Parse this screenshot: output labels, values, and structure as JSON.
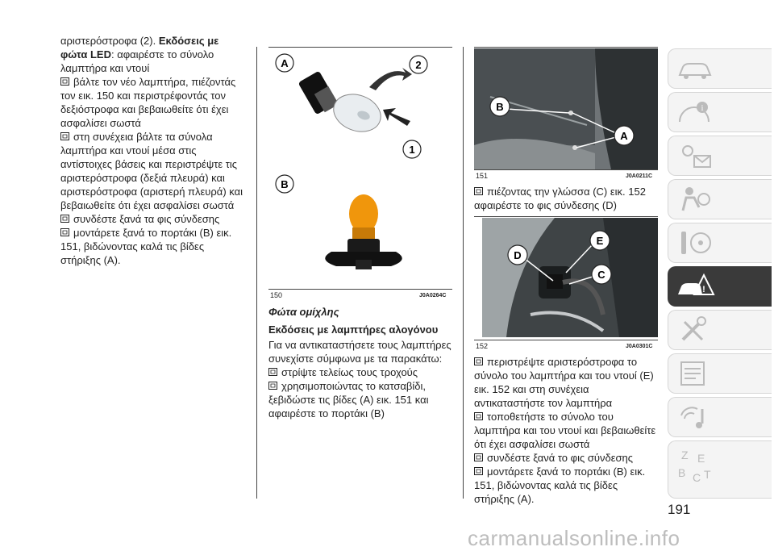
{
  "col1": {
    "p1_pre": "αριστερόστροφα (2). ",
    "p1_bold": "Εκδόσεις με φώτα LED",
    "p1_post": ": αφαιρέστε το σύνολο λαμπτήρα και ντουί",
    "b1": "βάλτε τον νέο λαμπτήρα, πιέζοντάς τον εικ. 150 και περιστρέφοντάς τον δεξιόστροφα και βεβαιωθείτε ότι έχει ασφαλίσει σωστά",
    "b2": "στη συνέχεια βάλτε τα σύνολα λαμπτήρα και ντουί μέσα στις αντίστοιχες βάσεις και περιστρέψτε τις αριστερόστροφα (δεξιά πλευρά) και αριστερόστροφα (αριστερή πλευρά) και βεβαιωθείτε ότι έχει ασφαλίσει σωστά",
    "b3": "συνδέστε ξανά τα φις σύνδεσης",
    "b4": "μοντάρετε ξανά το πορτάκι (Β) εικ. 151, βιδώνοντας καλά τις βίδες στήριξης (Α)."
  },
  "fig150": {
    "label_a": "A",
    "label_b": "B",
    "num1": "1",
    "num2": "2",
    "num": "150",
    "code": "J0A0264C"
  },
  "col2": {
    "title_italic": "Φώτα ομίχλης",
    "subtitle": "Εκδόσεις με λαμπτήρες αλογόνου",
    "intro": "Για να αντικαταστήσετε τους λαμπτήρες συνεχίστε σύμφωνα με τα παρακάτω:",
    "b1": "στρίψτε τελείως τους τροχούς",
    "b2": "χρησιμοποιώντας το κατσαβίδι, ξεβιδώστε τις βίδες (Α) εικ. 151 και αφαιρέστε το πορτάκι (Β)"
  },
  "fig151": {
    "label_a": "A",
    "label_b": "B",
    "num": "151",
    "code": "J0A0211C"
  },
  "fig152": {
    "label_c": "C",
    "label_d": "D",
    "label_e": "E",
    "num": "152",
    "code": "J0A0301C"
  },
  "col3": {
    "b1": "πιέζοντας την γλώσσα (C) εικ. 152 αφαιρέστε το φις σύνδεσης (D)",
    "b2": "περιστρέψτε αριστερόστροφα το σύνολο του λαμπτήρα και του ντουί (Ε) εικ. 152 και στη συνέχεια αντικαταστήστε τον λαμπτήρα",
    "b3": "τοποθετήστε το σύνολο του λαμπτήρα και του ντουί και βεβαιωθείτε ότι έχει ασφαλίσει σωστά",
    "b4": "συνδέστε ξανά το φις σύνδεσης",
    "b5": "μοντάρετε ξανά το πορτάκι (Β) εικ. 151, βιδώνοντας καλά τις βίδες στήριξης (Α)."
  },
  "tabs": [
    "car-info-icon",
    "dashboard-info-icon",
    "lights-mail-icon",
    "safety-icon",
    "steering-key-icon",
    "emergency-icon",
    "maintenance-tools-icon",
    "specifications-icon",
    "multimedia-icon",
    "index-icon"
  ],
  "page_number": "191",
  "watermark": "carmanualsonline.info"
}
